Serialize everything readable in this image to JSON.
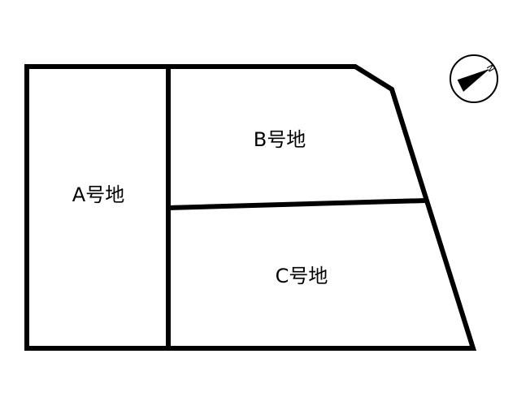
{
  "lots": [
    {
      "id": "A",
      "label": "A号地"
    },
    {
      "id": "B",
      "label": "B号地"
    },
    {
      "id": "C",
      "label": "C号地"
    }
  ],
  "compass": {
    "icon": "north-arrow-icon",
    "label": "N"
  },
  "colors": {
    "line": "#000000",
    "background": "#ffffff"
  }
}
